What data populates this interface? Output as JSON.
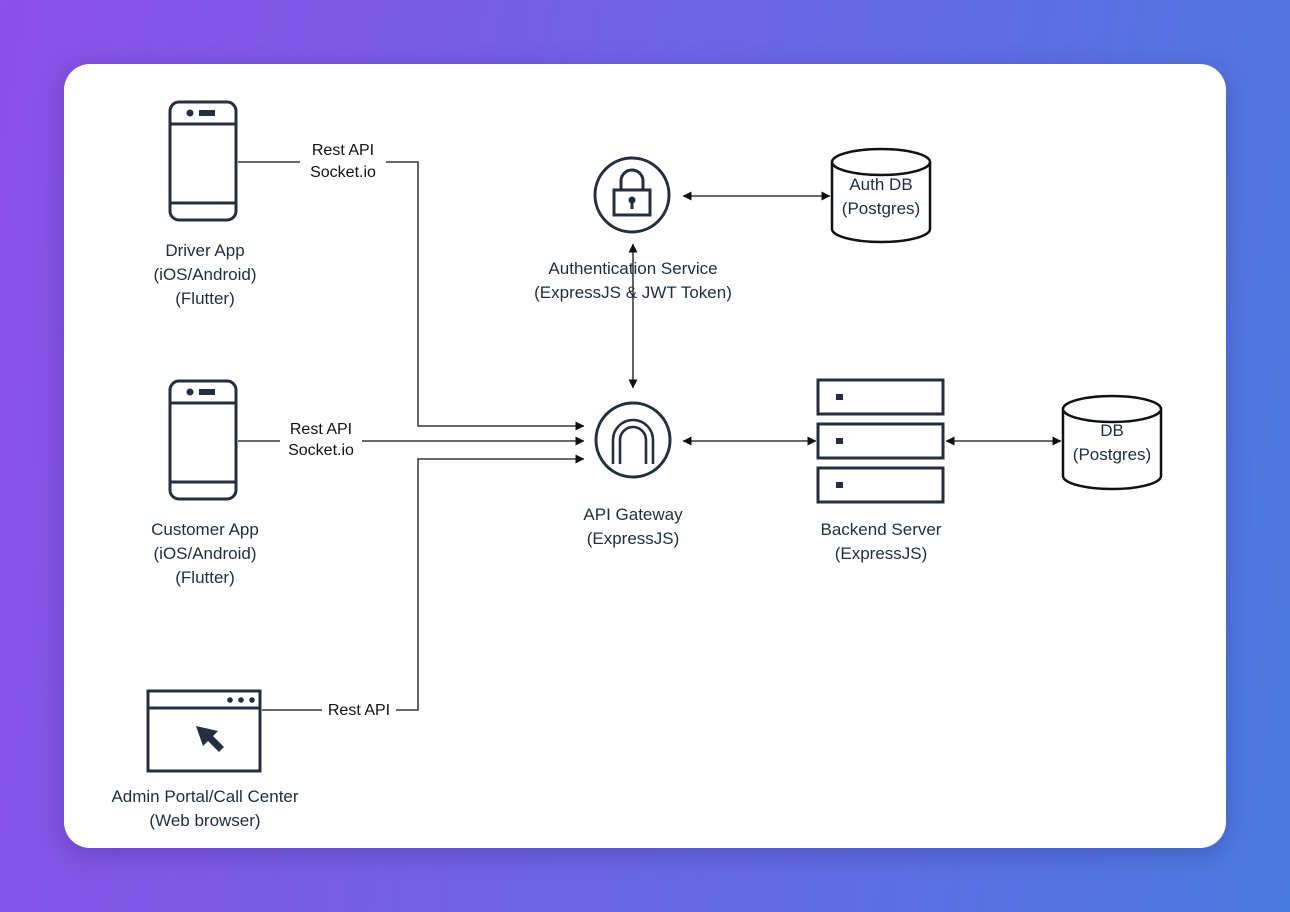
{
  "nodes": {
    "driver_app": {
      "lines": [
        "Driver App",
        "(iOS/Android)",
        "(Flutter)"
      ],
      "icon": "mobile-phone-icon"
    },
    "customer_app": {
      "lines": [
        "Customer App",
        "(iOS/Android)",
        "(Flutter)"
      ],
      "icon": "mobile-phone-icon"
    },
    "admin_portal": {
      "lines": [
        "Admin Portal/Call Center",
        "(Web browser)"
      ],
      "icon": "browser-window-icon"
    },
    "auth_service": {
      "lines": [
        "Authentication Service",
        "(ExpressJS & JWT Token)"
      ],
      "icon": "lock-icon"
    },
    "auth_db": {
      "lines": [
        "Auth DB",
        "(Postgres)"
      ],
      "icon": "database-cylinder-icon"
    },
    "api_gateway": {
      "lines": [
        "API Gateway",
        "(ExpressJS)"
      ],
      "icon": "api-gateway-icon"
    },
    "backend_server": {
      "lines": [
        "Backend Server",
        "(ExpressJS)"
      ],
      "icon": "server-stack-icon"
    },
    "db": {
      "lines": [
        "DB",
        "(Postgres)"
      ],
      "icon": "database-cylinder-icon"
    }
  },
  "edges": {
    "driver_to_gateway": {
      "lines": [
        "Rest API",
        "Socket.io"
      ]
    },
    "customer_to_gateway": {
      "lines": [
        "Rest API",
        "Socket.io"
      ]
    },
    "admin_to_gateway": {
      "lines": [
        "Rest API"
      ]
    }
  },
  "colors": {
    "icon_stroke": "#232f3e",
    "label_text": "#1f2d3d",
    "connector": "#111111"
  }
}
